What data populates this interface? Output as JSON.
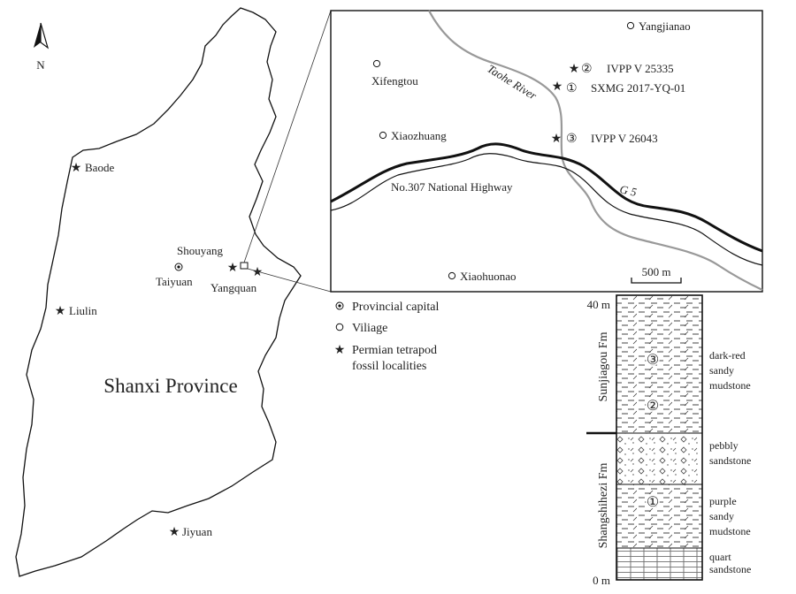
{
  "north": {
    "label": "N"
  },
  "province": {
    "label": "Shanxi Province"
  },
  "cities": [
    {
      "name": "Baode",
      "kind": "fossil-locality"
    },
    {
      "name": "Liulin",
      "kind": "fossil-locality"
    },
    {
      "name": "Jiyuan",
      "kind": "fossil-locality"
    },
    {
      "name": "Taiyuan",
      "kind": "provincial-capital"
    },
    {
      "name": "Shouyang",
      "kind": "fossil-locality"
    },
    {
      "name": "Yangquan",
      "kind": "fossil-locality"
    }
  ],
  "legend": {
    "capital": "Provincial capital",
    "village": "Viliage",
    "fossil_line1": "Permian tetrapod",
    "fossil_line2": "fossil localities"
  },
  "inset": {
    "villages": [
      "Yangjianao",
      "Xifengtou",
      "Xiaozhuang",
      "Xiaohuonao"
    ],
    "localities": [
      {
        "num": "②",
        "code": "IVPP V 25335"
      },
      {
        "num": "①",
        "code": "SXMG 2017-YQ-01"
      },
      {
        "num": "③",
        "code": "IVPP V 26043"
      }
    ],
    "river": "Taohe River",
    "highway": "No.307 National Highway",
    "expressway": "G 5",
    "scale": "500 m"
  },
  "column": {
    "top_label": "40 m",
    "bottom_label": "0 m",
    "formations": [
      "Sunjiagou Fm",
      "Shangshihezi Fm"
    ],
    "lithology": [
      {
        "line1": "dark-red",
        "line2": "sandy",
        "line3": "mudstone"
      },
      {
        "line1": "pebbly",
        "line2": "sandstone"
      },
      {
        "line1": "purple",
        "line2": "sandy",
        "line3": "mudstone"
      },
      {
        "line1": "quart",
        "line2": "sandstone"
      }
    ],
    "markers": [
      "③",
      "②",
      "①"
    ]
  }
}
